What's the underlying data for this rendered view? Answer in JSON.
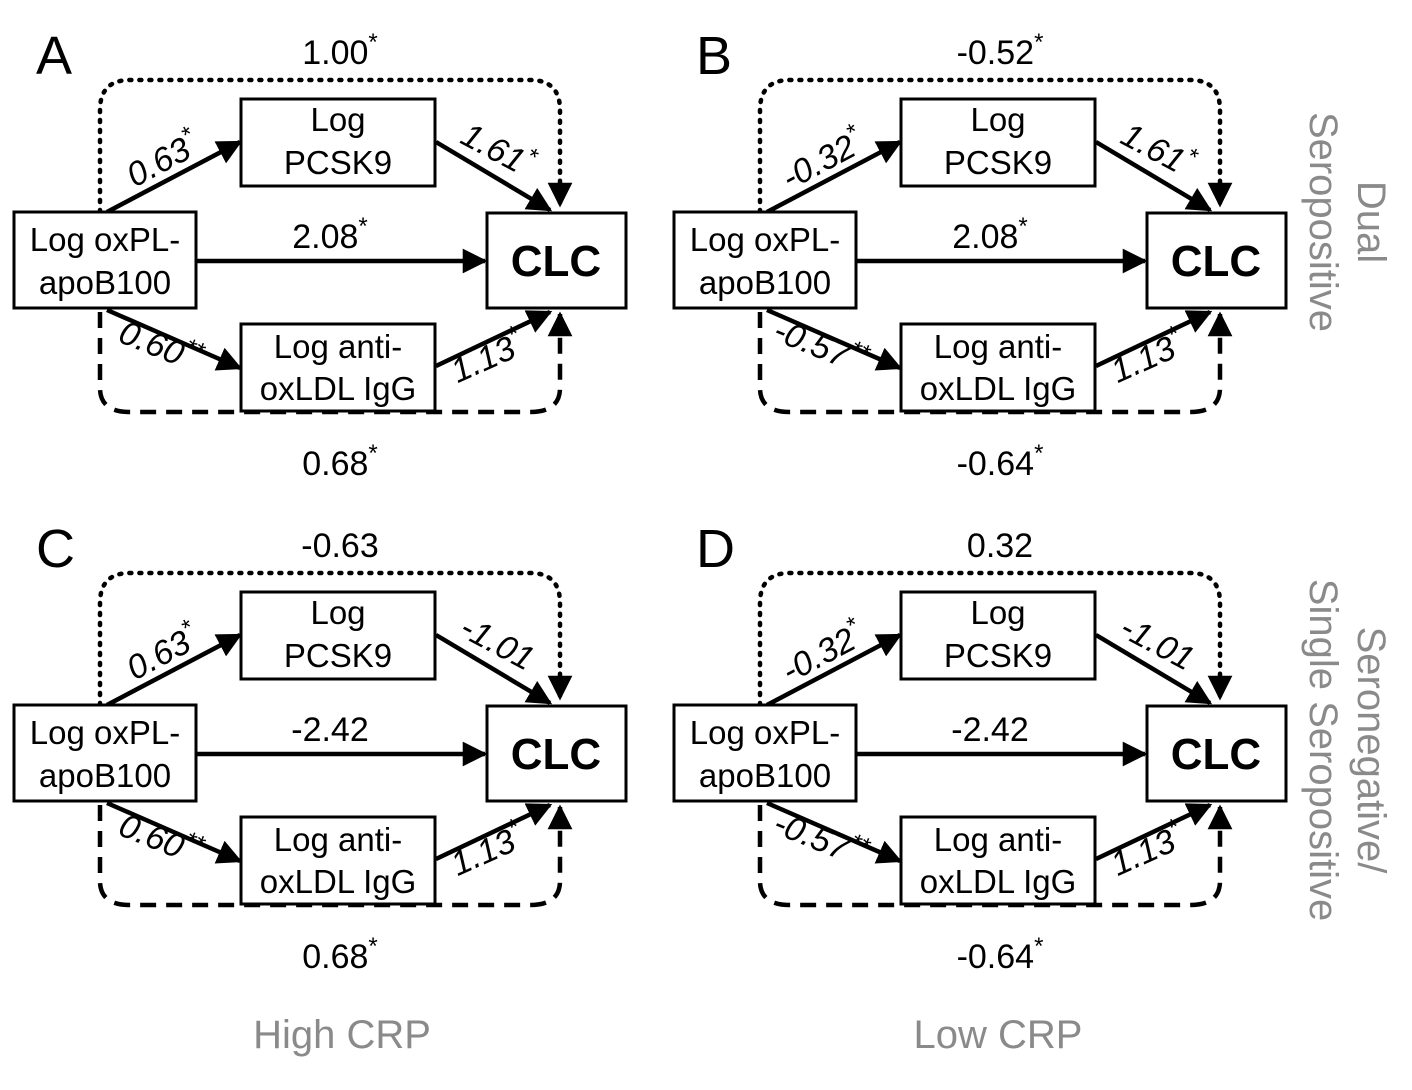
{
  "nodes": {
    "oxpl_line1": "Log oxPL-",
    "oxpl_line2": "apoB100",
    "pcsk9_line1": "Log",
    "pcsk9_line2": "PCSK9",
    "antiox_line1": "Log anti-",
    "antiox_line2": "oxLDL IgG",
    "clc": "CLC"
  },
  "row_labels": {
    "top_line1": "Dual",
    "top_line2": "Seropositive",
    "bottom_line1": "Seronegative/",
    "bottom_line2": "Single Seropositive"
  },
  "column_labels": {
    "left": "High CRP",
    "right": "Low CRP"
  },
  "panels": [
    {
      "letter": "A",
      "top_total": "1.00",
      "top_total_sig": "*",
      "direct": "2.08",
      "direct_sig": "*",
      "a_pcsk9": "0.63",
      "a_pcsk9_sig": "*",
      "b_pcsk9": "1.61",
      "b_pcsk9_sig": "*",
      "a_antiox": "0.60",
      "a_antiox_sig": "**",
      "b_antiox": "1.13",
      "b_antiox_sig": "*",
      "bottom_total": "0.68",
      "bottom_total_sig": "*"
    },
    {
      "letter": "B",
      "top_total": "-0.52",
      "top_total_sig": "*",
      "direct": "2.08",
      "direct_sig": "*",
      "a_pcsk9": "-0.32",
      "a_pcsk9_sig": "*",
      "b_pcsk9": "1.61",
      "b_pcsk9_sig": "*",
      "a_antiox": "-0.57",
      "a_antiox_sig": "**",
      "b_antiox": "1.13",
      "b_antiox_sig": "*",
      "bottom_total": "-0.64",
      "bottom_total_sig": "*"
    },
    {
      "letter": "C",
      "top_total": "-0.63",
      "top_total_sig": "",
      "direct": "-2.42",
      "direct_sig": "",
      "a_pcsk9": "0.63",
      "a_pcsk9_sig": "*",
      "b_pcsk9": "-1.01",
      "b_pcsk9_sig": "",
      "a_antiox": "0.60",
      "a_antiox_sig": "**",
      "b_antiox": "1.13",
      "b_antiox_sig": "*",
      "bottom_total": "0.68",
      "bottom_total_sig": "*"
    },
    {
      "letter": "D",
      "top_total": "0.32",
      "top_total_sig": "",
      "direct": "-2.42",
      "direct_sig": "",
      "a_pcsk9": "-0.32",
      "a_pcsk9_sig": "*",
      "b_pcsk9": "-1.01",
      "b_pcsk9_sig": "",
      "a_antiox": "-0.57",
      "a_antiox_sig": "**",
      "b_antiox": "1.13",
      "b_antiox_sig": "*",
      "bottom_total": "-0.64",
      "bottom_total_sig": "*"
    }
  ]
}
